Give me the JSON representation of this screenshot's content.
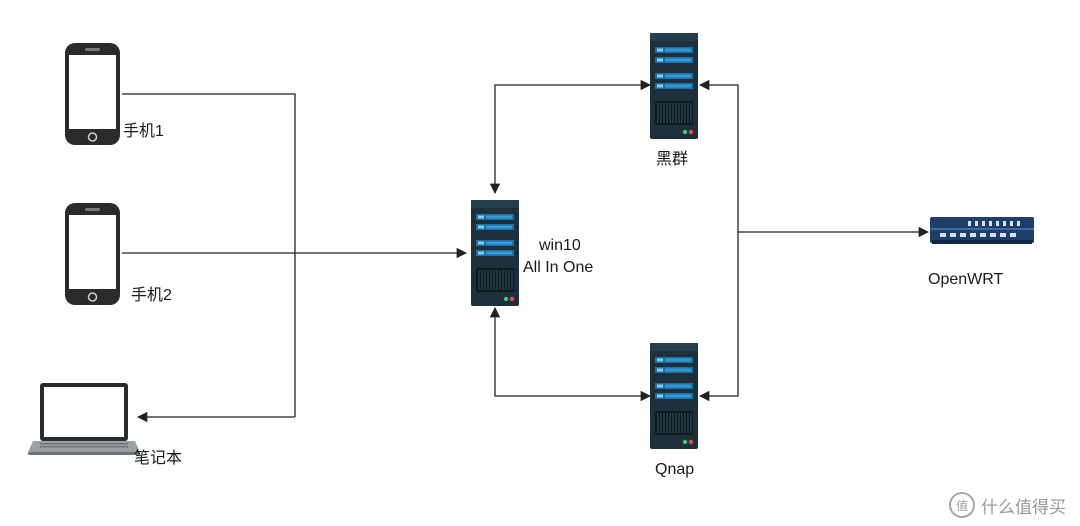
{
  "nodes": {
    "phone1": {
      "label": "手机1"
    },
    "phone2": {
      "label": "手机2"
    },
    "laptop": {
      "label": "笔记本"
    },
    "server_main": {
      "label_line1": "win10",
      "label_line2": "All In One"
    },
    "server_top": {
      "label": "黑群"
    },
    "server_bottom": {
      "label": "Qnap"
    },
    "router": {
      "label": "OpenWRT"
    }
  },
  "watermark": {
    "logo_char": "值",
    "text": "什么值得买"
  },
  "colors": {
    "line": "#222222",
    "server_body": "#1c2f3a",
    "server_accent": "#2f9ad6",
    "router_body": "#1f3f6a",
    "device_dark": "#2b2b2b"
  }
}
